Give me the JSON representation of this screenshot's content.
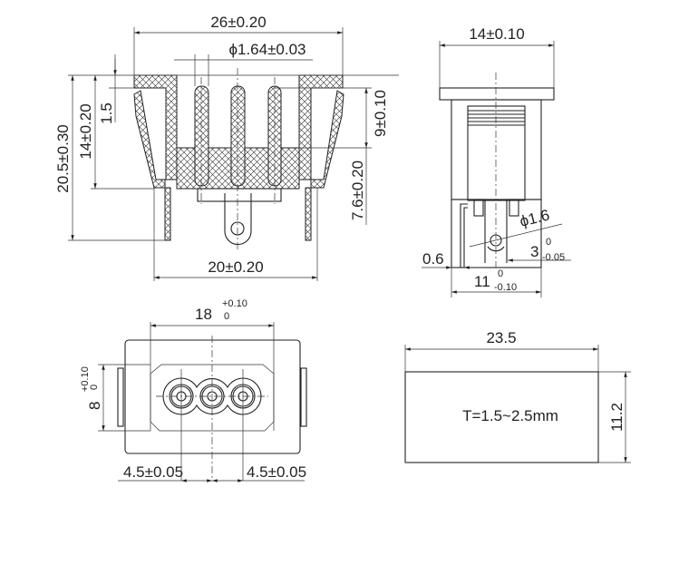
{
  "front_view": {
    "width_top": "26±0.20",
    "pin_diameter": "ϕ1.64±0.03",
    "total_height": "20.5±0.30",
    "body_height": "14±0.20",
    "flange": "1.5",
    "pin_depth": "9±0.10",
    "pin_length": "7.6±0.20",
    "leg_span": "20±0.20"
  },
  "side_view": {
    "width": "14±0.10",
    "hole_diameter": "ϕ1.6",
    "tab_main": "3",
    "tab_upper": "0",
    "tab_lower": "-0.05",
    "offset": "0.6",
    "base_main": "11",
    "base_upper": "0",
    "base_lower": "-0.10"
  },
  "cutout_view": {
    "width_main": "18",
    "width_upper": "+0.10",
    "width_lower": "0",
    "height_main": "8",
    "height_upper": "+0.10",
    "height_lower": "0",
    "pitch_left": "4.5±0.05",
    "pitch_right": "4.5±0.05"
  },
  "panel_view": {
    "width": "23.5",
    "height": "11.2",
    "thickness": "T=1.5~2.5mm"
  }
}
